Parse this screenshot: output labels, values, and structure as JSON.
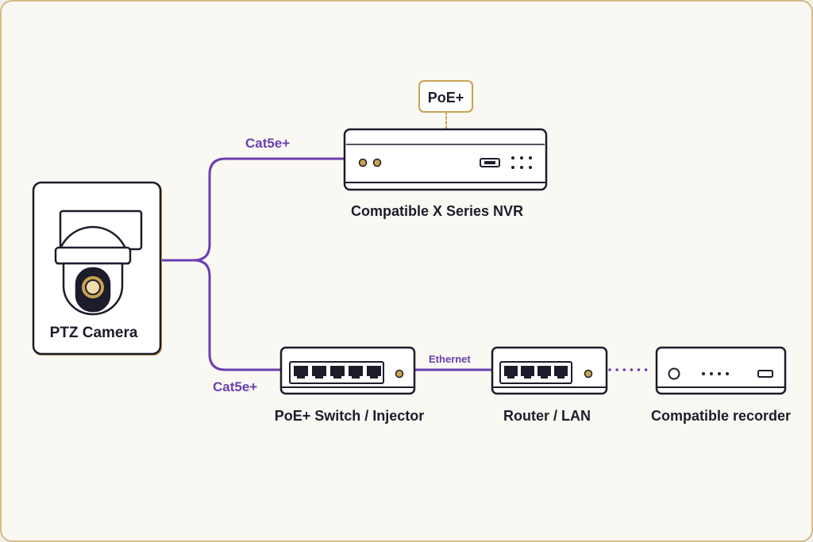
{
  "diagram": {
    "colors": {
      "background": "#faf8f3",
      "frame_border": "#c9a96a",
      "cable": "#6a3fb0",
      "outline": "#1c1c2b",
      "accent_gold": "#c9a24f",
      "text": "#1c1c2b"
    },
    "nodes": {
      "camera": {
        "label": "PTZ Camera",
        "icon": "ptz-camera-icon"
      },
      "nvr": {
        "label": "Compatible X Series NVR",
        "icon": "nvr-icon"
      },
      "poe_badge": {
        "label": "PoE+"
      },
      "switch": {
        "label": "PoE+ Switch / Injector",
        "icon": "switch-icon"
      },
      "router": {
        "label": "Router / LAN",
        "icon": "router-icon"
      },
      "recorder": {
        "label": "Compatible recorder",
        "icon": "recorder-icon"
      }
    },
    "links": {
      "camera_nvr": {
        "label": "Cat5e+",
        "style": "solid"
      },
      "camera_switch": {
        "label": "Cat5e+",
        "style": "solid"
      },
      "switch_router": {
        "label": "Ethernet",
        "style": "solid"
      },
      "router_recorder": {
        "label": "",
        "style": "dotted"
      },
      "nvr_badge": {
        "label": "",
        "style": "dashed"
      }
    }
  }
}
